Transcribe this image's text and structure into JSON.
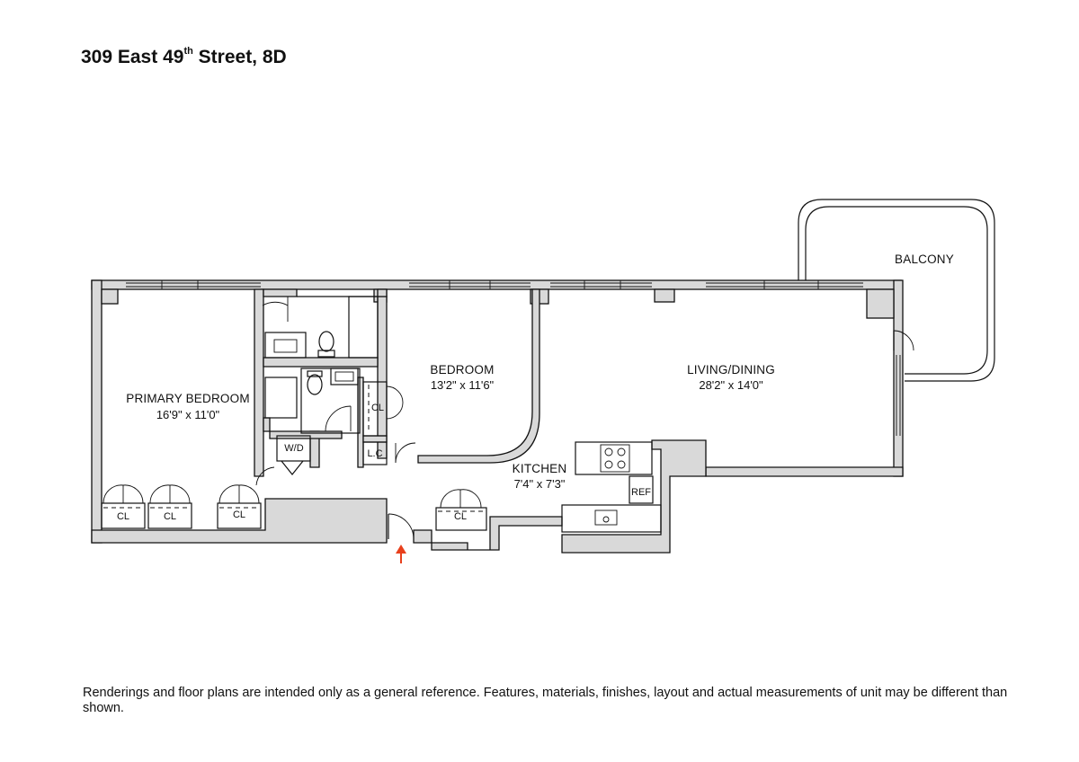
{
  "title": {
    "address": "309 East 49",
    "superscript": "th",
    "rest": " Street, 8D"
  },
  "rooms": {
    "primary_bedroom": {
      "name": "PRIMARY BEDROOM",
      "dims": "16'9\" x 11'0\""
    },
    "bedroom": {
      "name": "BEDROOM",
      "dims": "13'2\" x 11'6\""
    },
    "living_dining": {
      "name": "LIVING/DINING",
      "dims": "28'2\" x 14'0\""
    },
    "kitchen": {
      "name": "KITCHEN",
      "dims": "7'4\" x 7'3\""
    },
    "balcony": {
      "name": "BALCONY"
    }
  },
  "fixtures": {
    "closet": "CL",
    "linen_closet": "L.C",
    "washer_dryer": "W/D",
    "refrigerator": "REF"
  },
  "entry_arrow_color": "#e8401c",
  "disclaimer": "Renderings and floor plans are intended only as a general reference. Features, materials, finishes, layout and actual measurements of unit may be different than shown."
}
